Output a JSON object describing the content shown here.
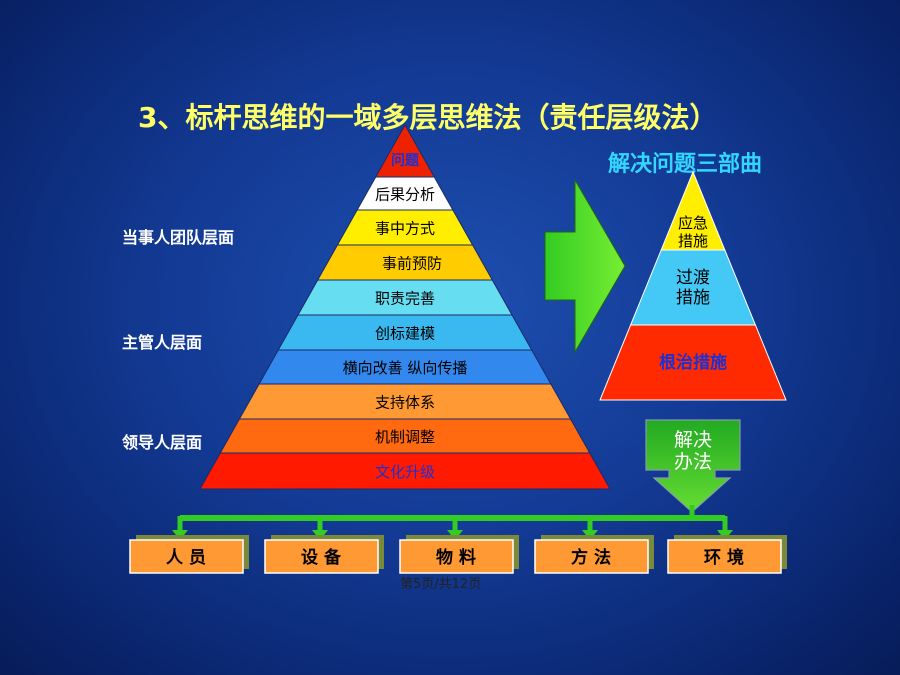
{
  "title": "3、标杆思维的一域多层思维法（责任层级法）",
  "subtitle": "解决问题三部曲",
  "side_labels": {
    "team": "当事人团队层面",
    "manager": "主管人层面",
    "leader": "领导人层面"
  },
  "pyramid_levels": [
    {
      "label": "问题",
      "color": "#ee2200",
      "text_color": "#2030d0"
    },
    {
      "label": "后果分析",
      "color": "#ffffff",
      "text_color": "#000000"
    },
    {
      "label": "事中方式",
      "color": "#ffee00",
      "text_color": "#000000"
    },
    {
      "label": "事前预防",
      "color": "#ffcc00",
      "text_color": "#000000"
    },
    {
      "label": "职责完善",
      "color": "#66ddf0",
      "text_color": "#000000"
    },
    {
      "label": "创标建模",
      "color": "#3ab8f0",
      "text_color": "#000000"
    },
    {
      "label": "横向改善    纵向传播",
      "color": "#3388ee",
      "text_color": "#000000"
    },
    {
      "label": "支持体系",
      "color": "#ff9933",
      "text_color": "#000000"
    },
    {
      "label": "机制调整",
      "color": "#ff6a10",
      "text_color": "#000000"
    },
    {
      "label": "文化升级",
      "color": "#ff1a00",
      "text_color": "#2030d0"
    }
  ],
  "small_pyramid": [
    {
      "label_lines": [
        "应急",
        "措施"
      ],
      "color": "#ffee00",
      "text_color": "#000000"
    },
    {
      "label_lines": [
        "过渡",
        "措施"
      ],
      "color": "#44c8f5",
      "text_color": "#000000"
    },
    {
      "label_lines": [
        "根治措施"
      ],
      "color": "#ff2a00",
      "text_color": "#2030d0"
    }
  ],
  "solution_box": {
    "label_lines": [
      "解决",
      "办法"
    ]
  },
  "bottom_boxes": [
    "人  员",
    "设  备",
    "物  料",
    "方  法",
    "环  境"
  ],
  "footer": "第5页/共12页",
  "colors": {
    "title": "#ffff66",
    "subtitle": "#33d6ff",
    "arrow_green": "#44dd22",
    "box_orange": "#ff9933"
  }
}
